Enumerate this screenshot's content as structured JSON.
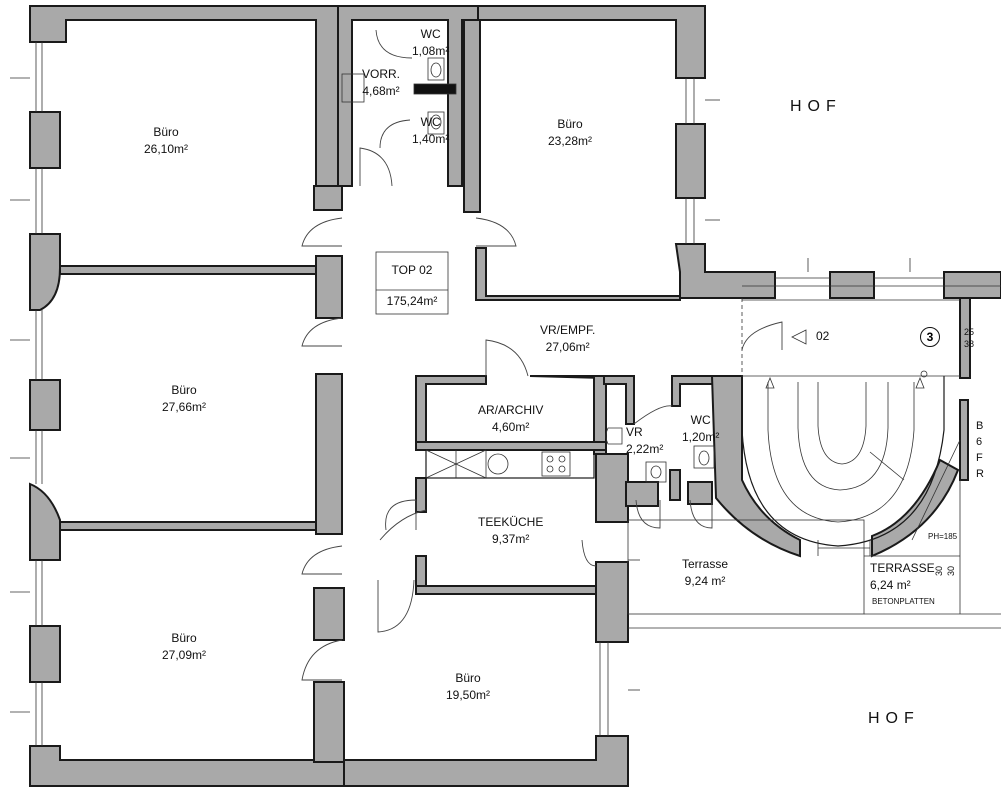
{
  "rooms": [
    {
      "name": "Büro",
      "area": "26,10m²"
    },
    {
      "name": "Büro",
      "area": "23,28m²"
    },
    {
      "name": "Büro",
      "area": "27,66m²"
    },
    {
      "name": "Büro",
      "area": "27,09m²"
    },
    {
      "name": "Büro",
      "area": "19,50m²"
    },
    {
      "name": "WC",
      "area": "1,08m²"
    },
    {
      "name": "VORR.",
      "area": "4,68m²"
    },
    {
      "name": "WC",
      "area": "1,40m²"
    },
    {
      "name": "VR/EMPF.",
      "area": "27,06m²"
    },
    {
      "name": "AR/ARCHIV",
      "area": "4,60m²"
    },
    {
      "name": "TEEKÜCHE",
      "area": "9,37m²"
    },
    {
      "name": "VR",
      "area": "2,22m²"
    },
    {
      "name": "WC",
      "area": "1,20m²"
    },
    {
      "name": "Terrasse",
      "area": "9,24 m²"
    },
    {
      "name": "TERRASSE",
      "area": "6,24 m²"
    }
  ],
  "unit": {
    "name": "TOP 02",
    "area": "175,24m²"
  },
  "courtyards": [
    "HOF",
    "HOF"
  ],
  "annotations": {
    "betonplatten": "BETONPLATTEN",
    "staircase_number": "3",
    "stair_arrow_label": "02",
    "ph": "PH=185",
    "side_25": "25",
    "side_38": "38",
    "dim_30a": "30",
    "dim_30b": "30",
    "cut_b": "B",
    "cut_6": "6",
    "cut_f": "F",
    "cut_r": "R"
  }
}
